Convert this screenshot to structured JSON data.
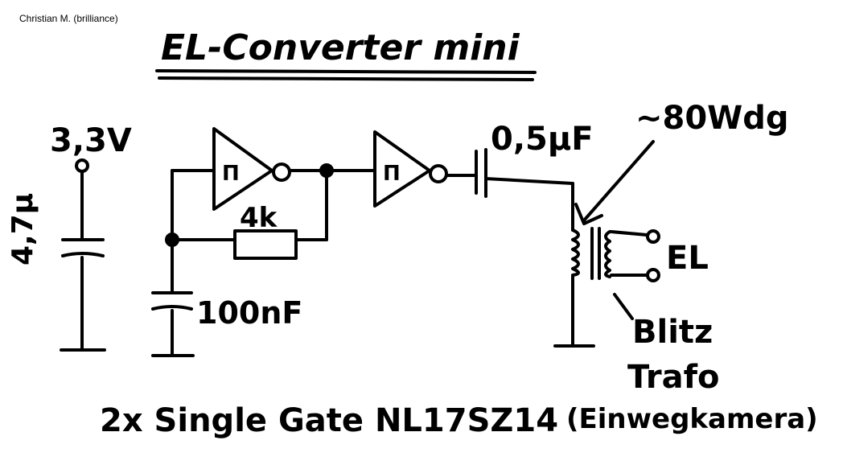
{
  "credit": "Christian M. (brilliance)",
  "title": "EL-Converter mini",
  "labels": {
    "supply_voltage": "3,3V",
    "supply_cap": "4,7µ",
    "feedback_resistor": "4k",
    "timing_cap": "100nF",
    "coupling_cap": "0,5µF",
    "winding_turns": "~80Wdg",
    "el_output": "EL",
    "transformer_name_line1": "Blitz",
    "transformer_name_line2": "Trafo",
    "transformer_note": "(Einwegkamera)",
    "parts_note": "2x Single Gate NL17SZ14",
    "schmitt_symbol_1": "Π",
    "schmitt_symbol_2": "Π"
  }
}
